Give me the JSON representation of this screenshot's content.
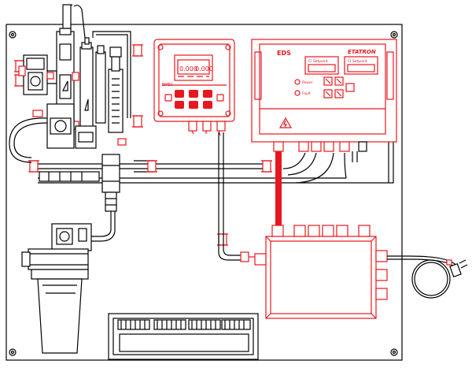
{
  "drawing": {
    "panel_color": "#000000",
    "highlight_color": "#e8171f",
    "background_color": "#ffffff"
  },
  "controller": {
    "brand": "EMEC",
    "display_left": "0.000",
    "display_right": "0.000"
  },
  "power_box": {
    "brand": "ETATRON",
    "logo": "EDS",
    "window_1_label": "Cl Setpoint",
    "window_2_label": "Cl Setpoint",
    "led_labels": [
      "Power",
      "Fault"
    ],
    "warning_icon": "high-voltage-warning-icon"
  }
}
